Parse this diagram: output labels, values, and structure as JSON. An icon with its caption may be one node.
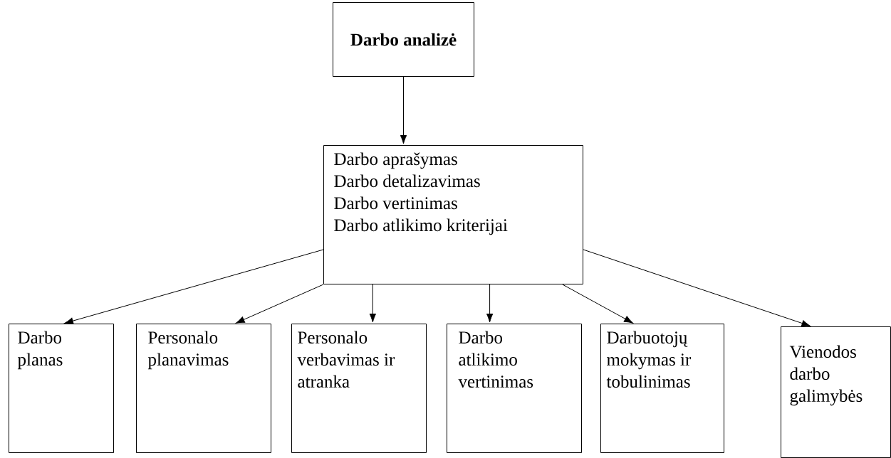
{
  "diagram": {
    "nodes": [
      {
        "text": [
          "Darbo analizė"
        ]
      },
      {
        "text": [
          "Darbo aprašymas",
          "Darbo detalizavimas",
          "Darbo vertinimas",
          "Darbo atlikimo kriterijai"
        ]
      },
      {
        "text": [
          "Darbo planas"
        ]
      },
      {
        "text": [
          "Personalo planavimas"
        ]
      },
      {
        "text": [
          "Personalo verbavimas ir atranka"
        ]
      },
      {
        "text": [
          "Darbo atlikimo vertinimas"
        ]
      },
      {
        "text": [
          "Darbuotojų mokymas ir tobulinimas"
        ]
      },
      {
        "text": [
          "Vienodos darbo galimybės"
        ]
      }
    ],
    "edges": [
      {
        "from": 0,
        "to": 1,
        "arrow": "to"
      },
      {
        "from": 1,
        "to": 2,
        "arrow": "to"
      },
      {
        "from": 1,
        "to": 3,
        "arrow": "to"
      },
      {
        "from": 1,
        "to": 4,
        "arrow": "to"
      },
      {
        "from": 1,
        "to": 5,
        "arrow": "to"
      },
      {
        "from": 1,
        "to": 6,
        "arrow": "to"
      },
      {
        "from": 1,
        "to": 7,
        "arrow": "to"
      }
    ]
  }
}
